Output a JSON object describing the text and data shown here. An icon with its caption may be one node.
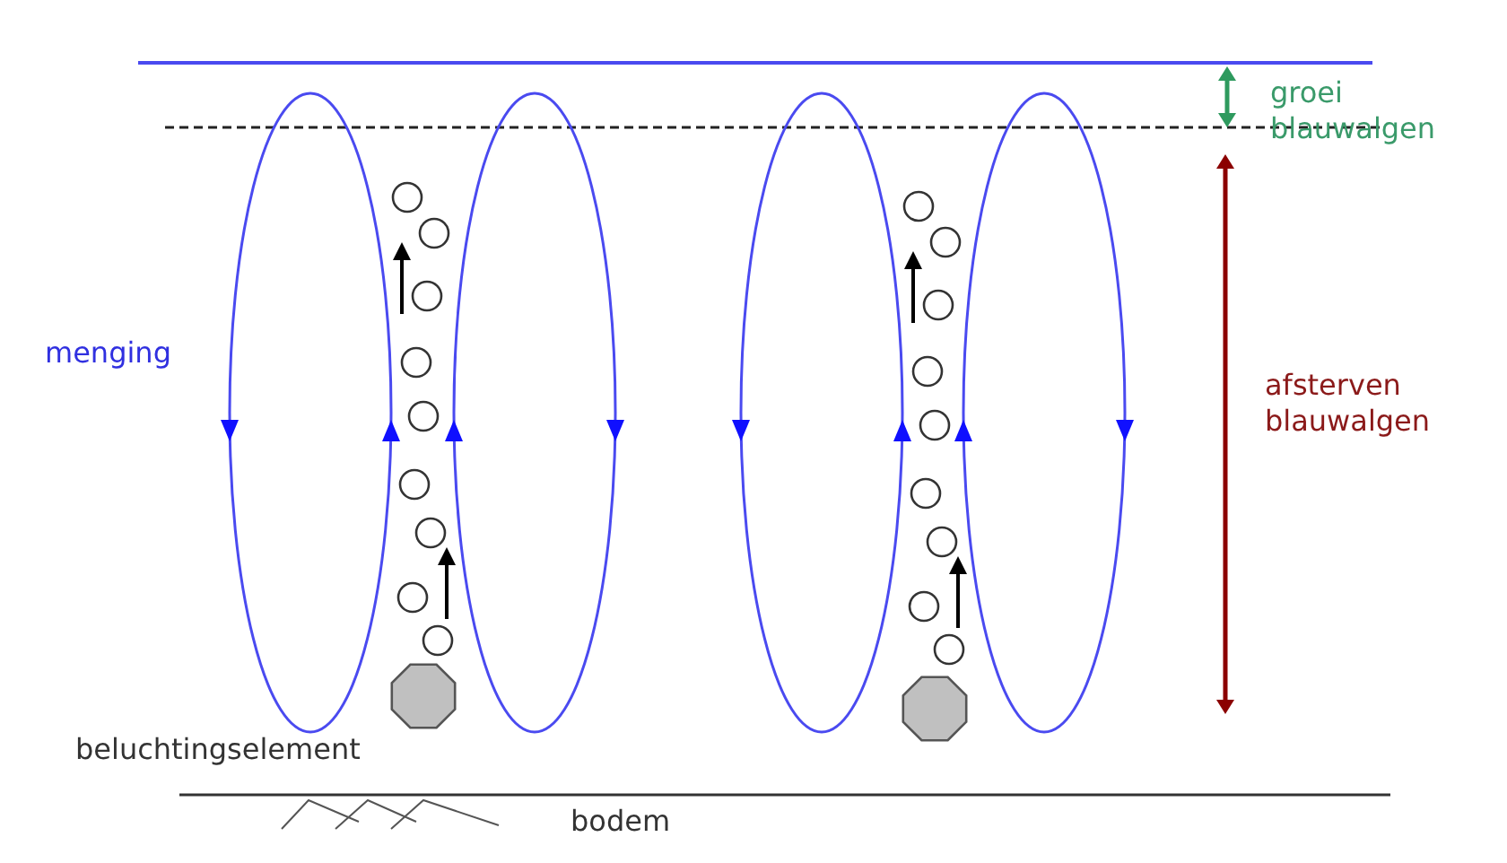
{
  "diagram": {
    "labels": [
      "groei blauwalgen",
      "menging",
      "afsterven blauwalgen",
      "beluchtingselement",
      "bodem"
    ]
  }
}
